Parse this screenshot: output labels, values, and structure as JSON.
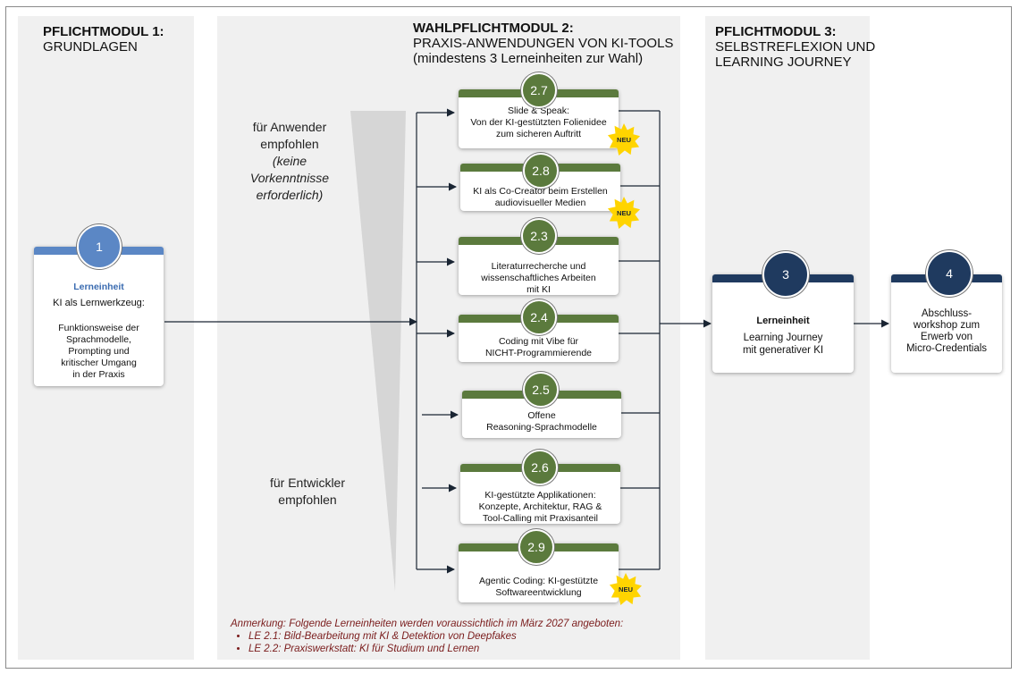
{
  "columns": {
    "m1": {
      "bold": "PFLICHTMODUL 1:",
      "line2": "GRUNDLAGEN"
    },
    "m2": {
      "bold": "WAHLPFLICHTMODUL 2:",
      "line2": "PRAXIS-ANWENDUNGEN VON KI-TOOLS",
      "line3": "(mindestens 3 Lerneinheiten zur Wahl)"
    },
    "m3": {
      "bold": "PFLICHTMODUL 3:",
      "line2": "SELBSTREFLEXION UND",
      "line3": "LEARNING JOURNEY"
    }
  },
  "anwender": {
    "line1": "für Anwender",
    "line2": "empfohlen",
    "italic1": "(keine",
    "italic2": "Vorkenntnisse",
    "italic3": "erforderlich)"
  },
  "entwickler": {
    "line1": "für Entwickler",
    "line2": "empfohlen"
  },
  "card1": {
    "number": "1",
    "heading": "Lerneinheit",
    "subtitle": "KI als Lernwerkzeug:",
    "l1": "Funktionsweise der",
    "l2": "Sprachmodelle,",
    "l3": "Prompting und",
    "l4": "kritischer Umgang",
    "l5": "in der Praxis"
  },
  "electives": [
    {
      "number": "2.7",
      "l1": "Slide & Speak:",
      "l2": "Von der KI-gestützten Folienidee",
      "l3": "zum sicheren Auftritt",
      "neu": true
    },
    {
      "number": "2.8",
      "l1": "KI als Co-Creator beim Erstellen",
      "l2": "audiovisueller Medien",
      "l3": "",
      "neu": true
    },
    {
      "number": "2.3",
      "l1": "Literaturrecherche und",
      "l2": "wissenschaftliches Arbeiten",
      "l3": "mit KI",
      "neu": false
    },
    {
      "number": "2.4",
      "l1": "Coding mit Vibe für",
      "l2": "NICHT-Programmierende",
      "l3": "",
      "neu": false
    },
    {
      "number": "2.5",
      "l1": "Offene",
      "l2": "Reasoning-Sprachmodelle",
      "l3": "",
      "neu": false
    },
    {
      "number": "2.6",
      "l1": "KI-gestützte Applikationen:",
      "l2": "Konzepte, Architektur, RAG &",
      "l3": "Tool-Calling mit Praxisanteil",
      "neu": false
    },
    {
      "number": "2.9",
      "l1": "Agentic Coding: KI-gestützte",
      "l2": "Softwareentwicklung",
      "l3": "",
      "neu": true
    }
  ],
  "neu_label": "NEU",
  "card3": {
    "number": "3",
    "heading": "Lerneinheit",
    "l1": "Learning Journey",
    "l2": "mit generativer KI"
  },
  "card4": {
    "number": "4",
    "l1": "Abschluss-",
    "l2": "workshop zum",
    "l3": "Erwerb von",
    "l4": "Micro-Credentials"
  },
  "note": {
    "intro": "Anmerkung: Folgende Lerneinheiten werden voraussichtlich im März 2027 angeboten:",
    "items": [
      "LE 2.1: Bild-Bearbeitung mit KI & Detektion von Deepfakes",
      "LE 2.2: Praxiswerkstatt: KI für Studium und Lernen"
    ]
  },
  "colors": {
    "column_bg": "#f0f0f0",
    "green": "#5b7a3d",
    "blue": "#5b87c5",
    "navy": "#1f3a5f",
    "note": "#7a1c1c",
    "star": "#ffd400"
  }
}
